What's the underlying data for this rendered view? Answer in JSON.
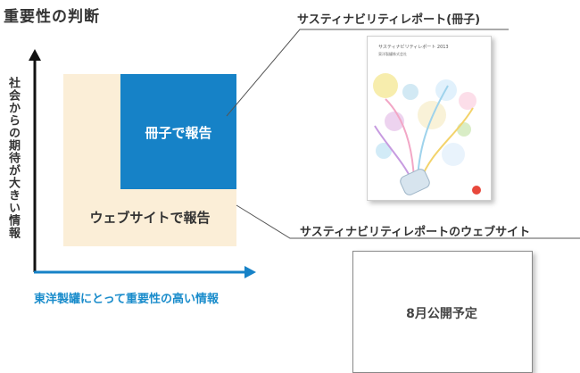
{
  "title": "重要性の判断",
  "y_axis_label": "社会からの期待が大きい情報",
  "x_axis_label": "東洋製罐にとって重要性の高い情報",
  "matrix": {
    "inner_label": "冊子で報告",
    "outer_label": "ウェブサイトで報告"
  },
  "booklet": {
    "label": "サスティナビリティレポート(冊子)",
    "cover_title": "サスティナビリティレポート 2013",
    "cover_company": "東洋製罐株式会社"
  },
  "website": {
    "label": "サスティナビリティレポートのウェブサイト",
    "placeholder": "8月公開予定"
  },
  "colors": {
    "inner": "#1682c7",
    "outer": "#fbeed7",
    "accent_text": "#1a8ccb",
    "axis": "#1682c7"
  }
}
